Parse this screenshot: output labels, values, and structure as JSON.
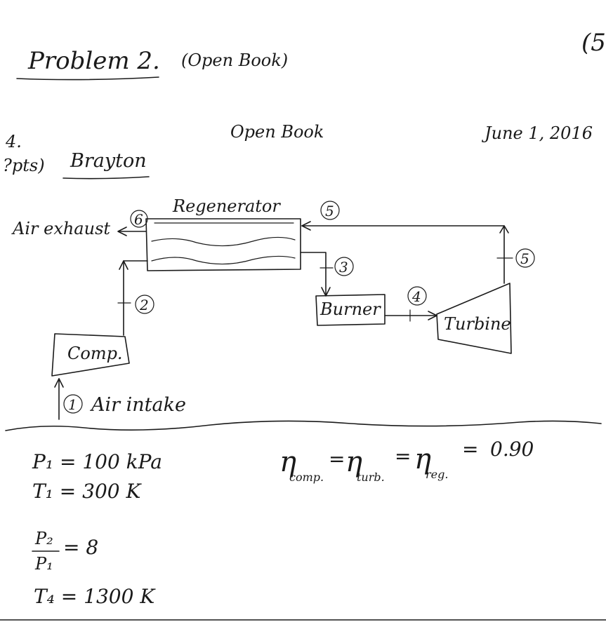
{
  "header": {
    "title": "Problem 2.",
    "title_note": "(Open Book)",
    "page_number": "(5"
  },
  "subheader": {
    "problem_number": "4.",
    "points": "?pts)",
    "topic": "Brayton",
    "book_note": "Open Book",
    "date": "June 1, 2016"
  },
  "diagram": {
    "regenerator": "Regenerator",
    "air_exhaust": "Air exhaust",
    "air_intake": "Air intake",
    "compressor": "Comp.",
    "burner": "Burner",
    "turbine": "Turbine",
    "state_6": "6",
    "state_5_top": "5",
    "state_5_right": "5",
    "state_3": "3",
    "state_2": "2",
    "state_4": "4",
    "state_1": "1"
  },
  "givens": {
    "p1": "P₁ = 100 kPa",
    "t1": "T₁ = 300 K",
    "ratio_num": "P₂",
    "ratio_den": "P₁",
    "ratio_value": "= 8",
    "t4": "T₄ = 1300 K"
  },
  "efficiency": {
    "eta": "η",
    "sub_comp": "comp.",
    "sub_turb": "turb.",
    "sub_reg": "reg.",
    "equals": "=",
    "value": "0.90"
  }
}
